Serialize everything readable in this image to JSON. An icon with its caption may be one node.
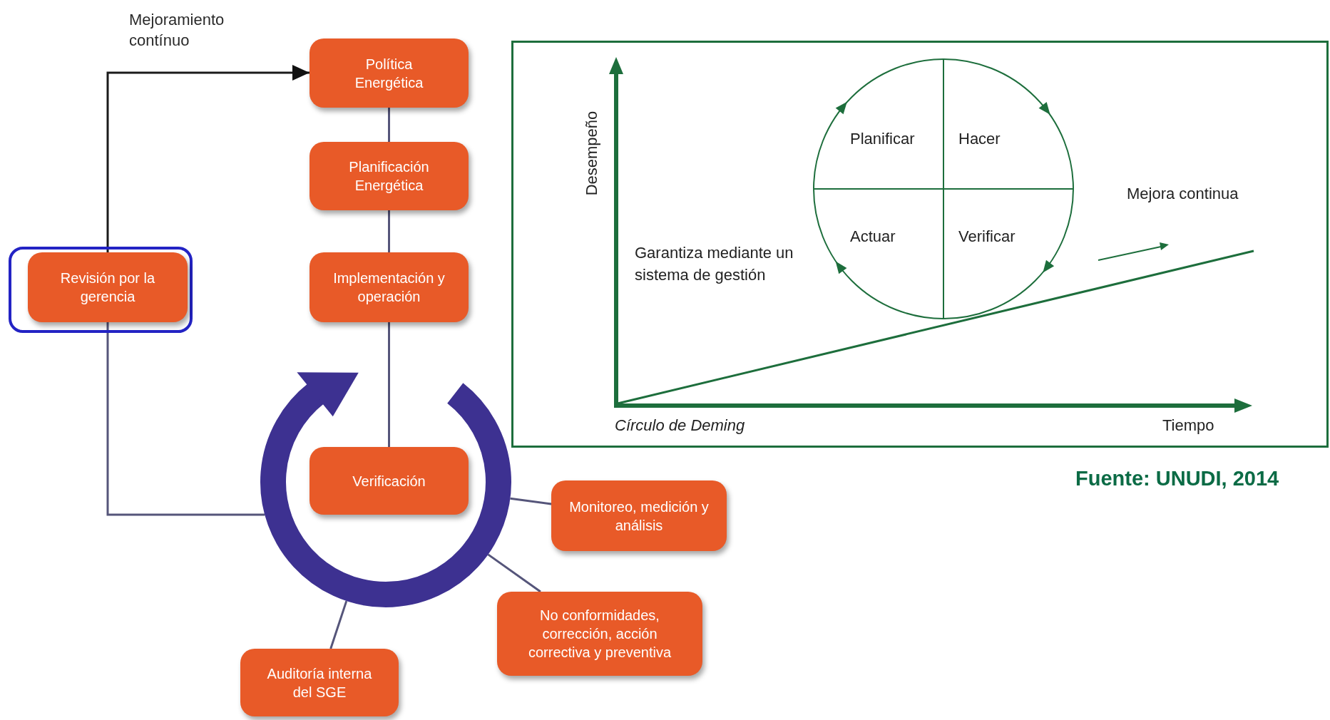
{
  "diagram": {
    "caption": "Fuente: UNUDI, 2014",
    "nodes": [
      {
        "text": [
          "Política Energética"
        ]
      },
      {
        "text": [
          "Planificación Energética"
        ]
      },
      {
        "text": [],
        "shape": "box"
      },
      {
        "text": [
          "Revisión por la gerencia"
        ],
        "in": 2
      },
      {
        "text": [
          "Implementación y operación"
        ]
      },
      {
        "text": [],
        "shape": "circle"
      },
      {
        "text": [
          "Verificación"
        ],
        "in": 5
      },
      {
        "text": [
          "Monitoreo, medición y análisis"
        ]
      },
      {
        "text": [
          "No conformidades, corrección, acción correctiva y preventiva"
        ]
      },
      {
        "text": [
          "Auditoría interna del SGE"
        ]
      }
    ],
    "edges": [
      {
        "from": 3,
        "to": 0,
        "arrow": "to",
        "label": "Mejoramiento contínuo",
        "color": "#1a1a1a"
      },
      {
        "from": 0,
        "to": 1,
        "arrow": "none"
      },
      {
        "from": 1,
        "to": 4,
        "arrow": "none"
      },
      {
        "from": 4,
        "to": 6,
        "arrow": "none"
      },
      {
        "from": 3,
        "to": 5,
        "arrow": "none"
      },
      {
        "from": 5,
        "to": 7,
        "arrow": "none"
      },
      {
        "from": 5,
        "to": 8,
        "arrow": "none"
      },
      {
        "from": 5,
        "to": 9,
        "arrow": "none"
      }
    ],
    "labels": [
      "Desempeño",
      "Planificar",
      "Hacer",
      "Mejora continua",
      "Actuar",
      "Verificar",
      "Garantiza mediante un sistema de gestión",
      "Círculo de Deming",
      "Tiempo"
    ]
  }
}
